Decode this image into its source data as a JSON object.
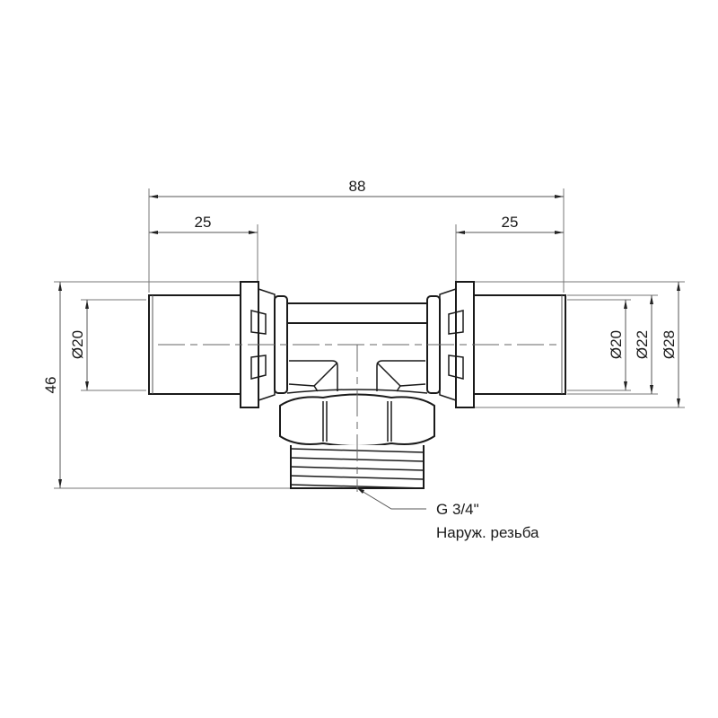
{
  "drawing": {
    "type": "technical-drawing",
    "subject": "press-fit tee with external thread outlet",
    "dimensions": {
      "overall_length": "88",
      "left_socket_length": "25",
      "right_socket_length": "25",
      "overall_height": "46",
      "left_pipe_diameter": "Ø20",
      "right_pipe_diameter": "Ø20",
      "right_inner_diameter": "Ø22",
      "right_outer_diameter": "Ø28"
    },
    "callout": {
      "thread_size": "G 3/4\"",
      "thread_note": "Наруж. резьба"
    },
    "colors": {
      "line": "#1a1a1a",
      "dimension": "#555555",
      "background": "#ffffff"
    }
  }
}
